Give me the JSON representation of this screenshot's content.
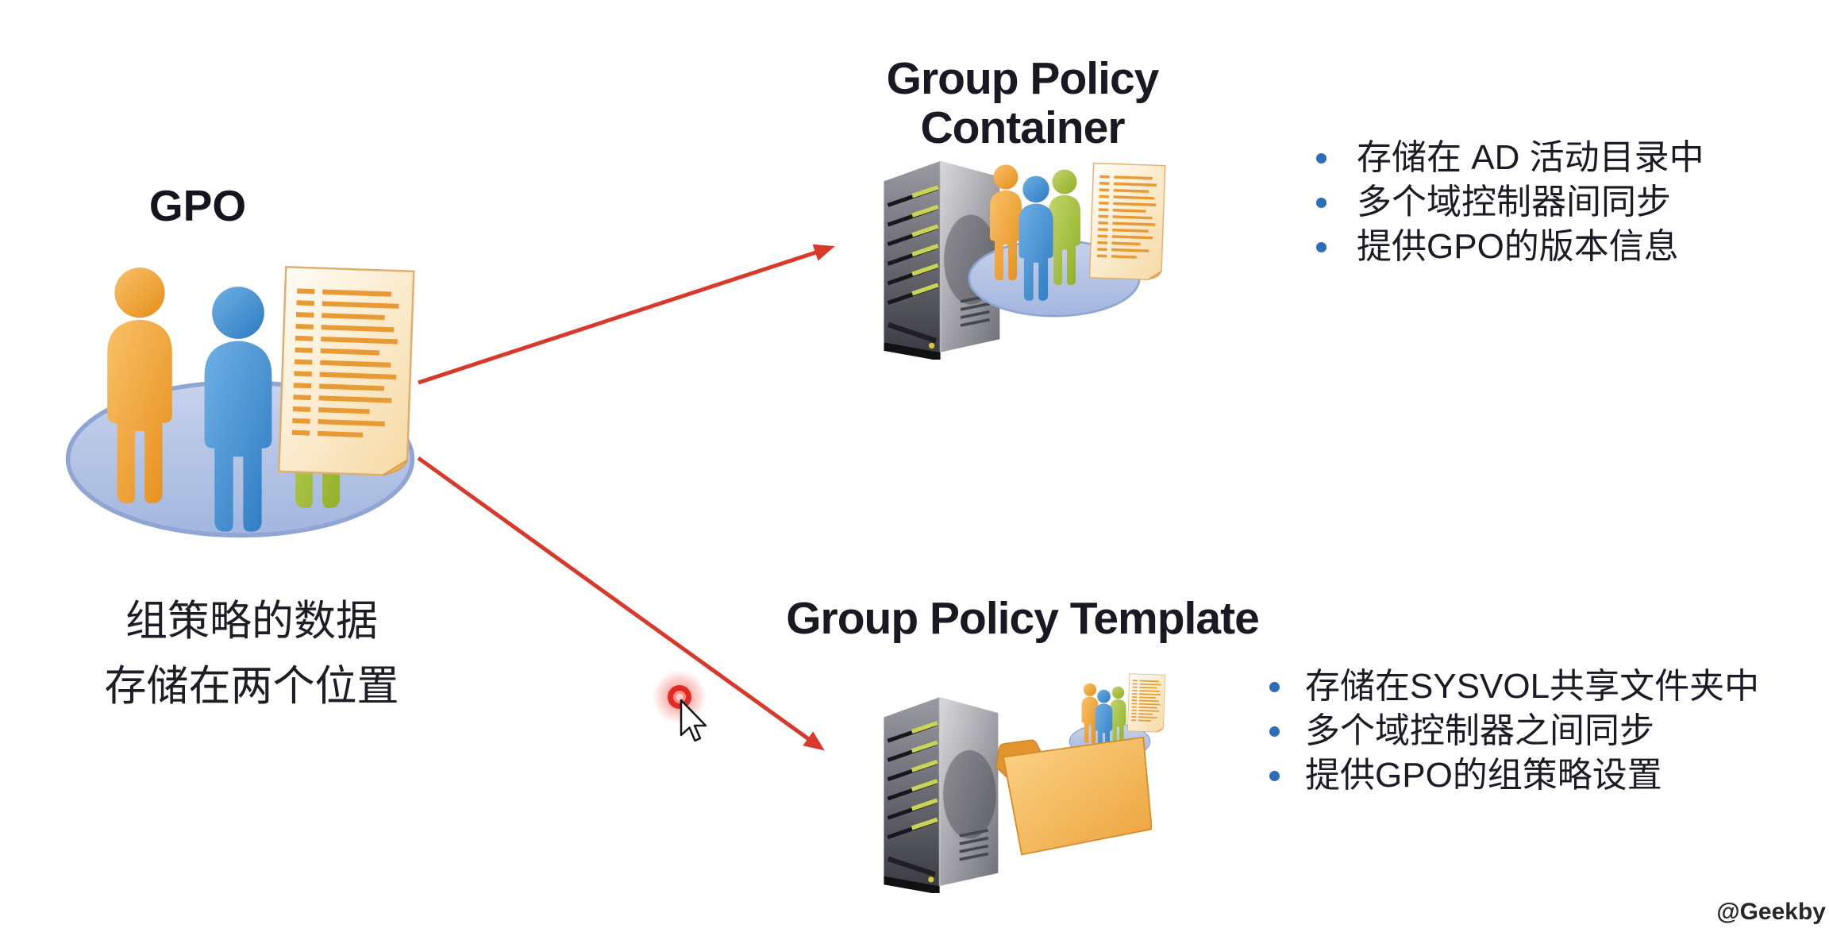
{
  "slide": {
    "watermark": "@Geekby",
    "background": "#ffffff"
  },
  "gpo": {
    "title": "GPO",
    "caption": [
      "组策略的数据",
      "存储在两个位置"
    ]
  },
  "gpc": {
    "title": "Group Policy Container",
    "bullets": [
      "存储在 AD 活动目录中",
      "多个域控制器间同步",
      "提供GPO的版本信息"
    ]
  },
  "gpt": {
    "title": "Group Policy Template",
    "bullets": [
      "存储在SYSVOL共享文件夹中",
      "多个域控制器之间同步",
      "提供GPO的组策略设置"
    ]
  },
  "icons": {
    "gpo_icon": "people-group-with-document",
    "gpc_icon": "server-with-people-group-and-document",
    "gpt_icon": "server-with-folder-and-people-group",
    "arrow_top": "arrow-gpo-to-container",
    "arrow_bottom": "arrow-gpo-to-template",
    "cursor": "mouse-pointer-with-click-highlight"
  },
  "colors": {
    "arrow_red": "#d9392b",
    "bullet_blue": "#2e6db8",
    "heading_dark": "#191923",
    "person_orange": "#f0a83e",
    "person_blue": "#4a94d4",
    "person_green": "#a9c44d",
    "disc_blue": "#b9c7e7",
    "document_cream": "#fdf2dc",
    "document_lines": "#e89b35",
    "folder_orange": "#f5b858",
    "server_gray": "#8a8a92",
    "click_highlight": "#e0241a"
  }
}
